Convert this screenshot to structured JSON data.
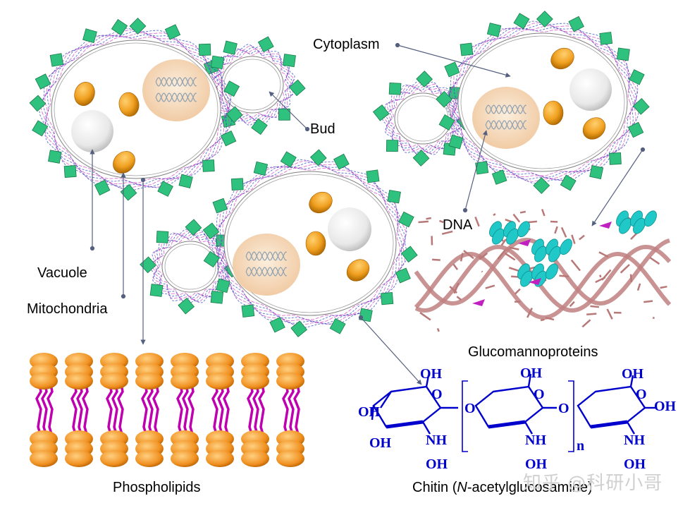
{
  "labels": {
    "cytoplasm": "Cytoplasm",
    "bud": "Bud",
    "dna": "DNA",
    "vacuole": "Vacuole",
    "mitochondria": "Mitochondria",
    "glucomannoproteins": "Glucomannoproteins",
    "phospholipids": "Phospholipids",
    "chitin_prefix": "Chitin (",
    "chitin_italic": "N",
    "chitin_suffix": "-acetylglucosamine)"
  },
  "chem": {
    "oh": "OH",
    "o": "O",
    "nh": "NH",
    "n": "n"
  },
  "watermark": "知乎 @科研小哥",
  "colors": {
    "mannoprotein": "#2ec27e",
    "wall_pink": "#d040c0",
    "wall_blue": "#2040c0",
    "mitochondria": "#f0a020",
    "nucleus": "#f5dcc0",
    "chitin": "#0000cc",
    "dna_strand": "#c08080",
    "protein_helix": "#20c8c8"
  }
}
